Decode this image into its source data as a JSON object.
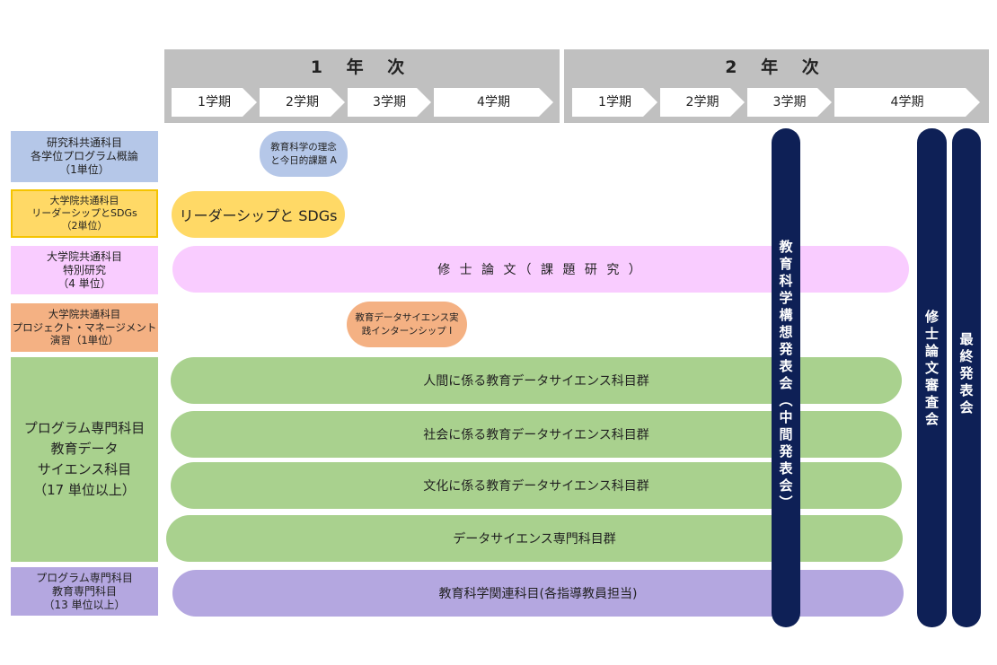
{
  "colors": {
    "header_gray": "#c0c0c0",
    "blue_light": "#b5c7e8",
    "yellow": "#ffd966",
    "pink": "#f9ccff",
    "orange": "#f4b183",
    "green": "#a9d18e",
    "purple": "#b4a7e0",
    "navy": "#0e2056"
  },
  "timeline": {
    "years": [
      {
        "label": "1 年 次",
        "terms": [
          "1学期",
          "2学期",
          "3学期",
          "4学期"
        ]
      },
      {
        "label": "2 年 次",
        "terms": [
          "1学期",
          "2学期",
          "3学期",
          "4学期"
        ]
      }
    ]
  },
  "categories": {
    "research_common": "研究科共通科目\n各学位プログラム概論\n（1単位）",
    "grad_common_leadership": "大学院共通科目\nリーダーシップとSDGs\n（2単位）",
    "grad_common_research": "大学院共通科目\n特別研究\n（4 単位）",
    "grad_common_project": "大学院共通科目\nプロジェクト・マネージメント\n演習（1単位）",
    "program_data_science": "プログラム専門科目\n教育データ\nサイエンス科目\n（17 単位以上）",
    "program_education": "プログラム専門科目\n教育専門科目\n（13 単位以上）"
  },
  "courses": {
    "philosophy": "教育科学の理念\nと今日的課題 A",
    "leadership_sdgs": "リーダーシップと SDGs",
    "thesis": "修 士 論 文（ 課 題 研 究 ）",
    "internship": "教育データサイエンス実\n践インターンシップ Ⅰ",
    "human_group": "人間に係る教育データサイエンス科目群",
    "society_group": "社会に係る教育データサイエンス科目群",
    "culture_group": "文化に係る教育データサイエンス科目群",
    "ds_group": "データサイエンス専門科目群",
    "edu_related": "教育科学関連科目(各指導教員担当)"
  },
  "milestones": {
    "interim": "教育科学構想発表会（中間発表会）",
    "thesis_review": "修士論文審査会",
    "final": "最終発表会"
  }
}
